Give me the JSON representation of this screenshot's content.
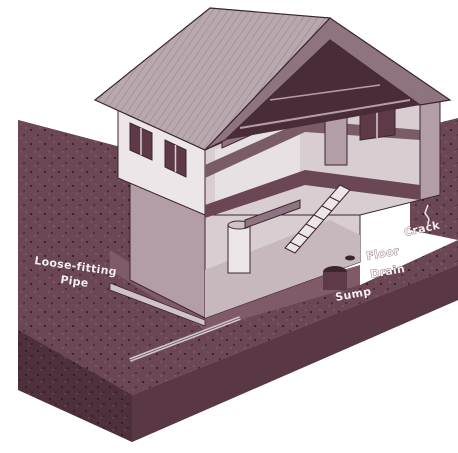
{
  "labels": {
    "loose_fitting_pipe_line1": "Loose-fitting",
    "loose_fitting_pipe_line2": "Pipe",
    "crack": "Crack",
    "floor_drain_line1": "Floor",
    "floor_drain_line2": "Drain",
    "sump": "Sump"
  },
  "colors": {
    "soil": "#6b4655",
    "soil_dark": "#4a2c38",
    "soil_speck": "#3a2029",
    "roof": "#b9a9ae",
    "roof_edge": "#7a5c67",
    "wall_light": "#ece6e8",
    "wall_mid": "#cfc3c7",
    "wall_dark": "#8e7480",
    "interior": "#d8ced1",
    "line": "#3d2430"
  }
}
